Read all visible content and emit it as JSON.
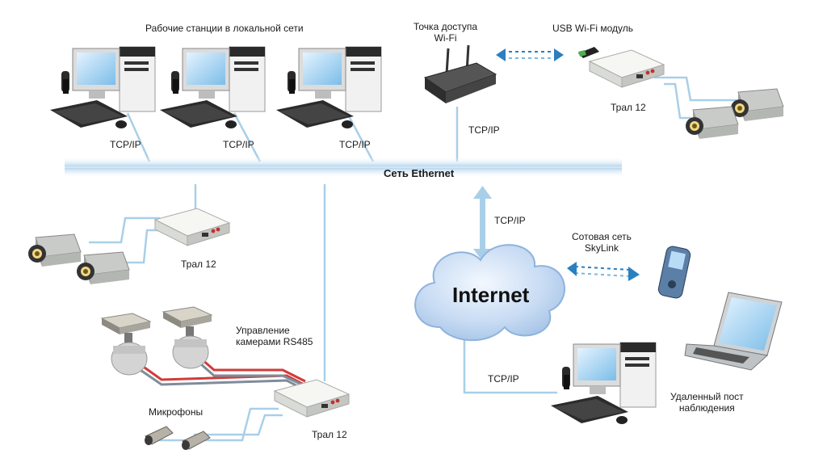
{
  "labels": {
    "workstations": "Рабочие станции в локальной сети",
    "access_point": "Точка доступа\nWi-Fi",
    "usb_wifi": "USB Wi-Fi модуль",
    "tral_top": "Трал 12",
    "tcpip_1": "TCP/IP",
    "tcpip_2": "TCP/IP",
    "tcpip_3": "TCP/IP",
    "tcpip_ap": "TCP/IP",
    "ethernet": "Сеть Ethernet",
    "tcpip_internet": "TCP/IP",
    "cellular": "Сотовая сеть\nSkyLink",
    "tral_left": "Трал 12",
    "internet": "Internet",
    "ptz_control": "Управление\nкамерами RS485",
    "tcpip_remote": "TCP/IP",
    "remote_post": "Удаленный пост\nнаблюдения",
    "microphones": "Микрофоны",
    "tral_bottom": "Трал 12"
  },
  "icons": {
    "workstation": "desktop-computer-icon",
    "router": "wifi-router-icon",
    "recorder": "video-recorder-icon",
    "camera": "box-camera-icon",
    "ptz": "ptz-camera-icon",
    "microphone": "microphone-icon",
    "phone": "mobile-phone-icon",
    "laptop": "laptop-icon",
    "cloud": "cloud-icon"
  },
  "colors": {
    "link": "#a9cfe8",
    "ethernet_bar": "#cfe4f3",
    "wireless": "#2a7fc0",
    "cloud": "#c9dcf2",
    "rs485_red": "#d23a3a"
  }
}
